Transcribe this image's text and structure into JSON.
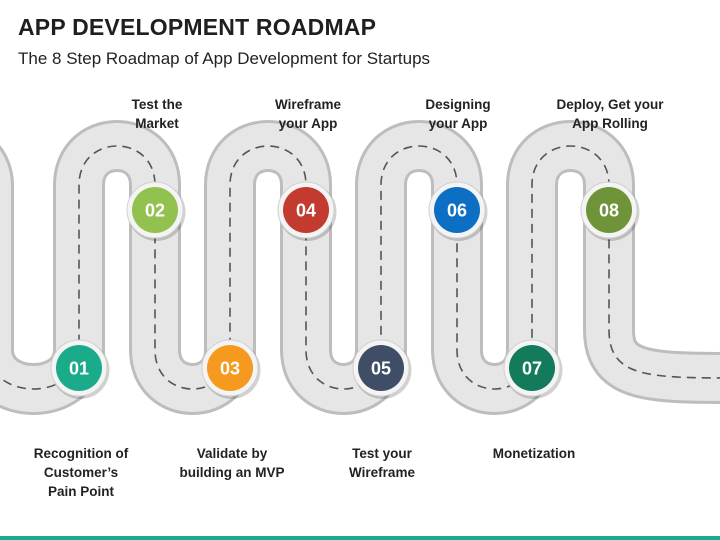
{
  "header": {
    "title": "APP DEVELOPMENT ROADMAP",
    "subtitle": "The 8 Step Roadmap of App Development for Startups"
  },
  "road": {
    "surface_color": "#e6e6e6",
    "edge_color": "#bdbdbd",
    "dash_color": "#555555"
  },
  "steps": [
    {
      "number": "01",
      "label": "Recognition of\nCustomer’s\nPain Point",
      "color": "#1aab8b"
    },
    {
      "number": "02",
      "label": "Test the\nMarket",
      "color": "#93c150"
    },
    {
      "number": "03",
      "label": "Validate by\nbuilding an MVP",
      "color": "#f59a1e"
    },
    {
      "number": "04",
      "label": "Wireframe\nyour App",
      "color": "#c33a2e"
    },
    {
      "number": "05",
      "label": "Test your\nWireframe",
      "color": "#3f4e66"
    },
    {
      "number": "06",
      "label": "Designing\nyour App",
      "color": "#0d6fc4"
    },
    {
      "number": "07",
      "label": "Monetization",
      "color": "#147a5c"
    },
    {
      "number": "08",
      "label": "Deploy, Get your\nApp Rolling",
      "color": "#6f9338"
    }
  ],
  "footer": {
    "bar_color": "#1aab8b"
  }
}
